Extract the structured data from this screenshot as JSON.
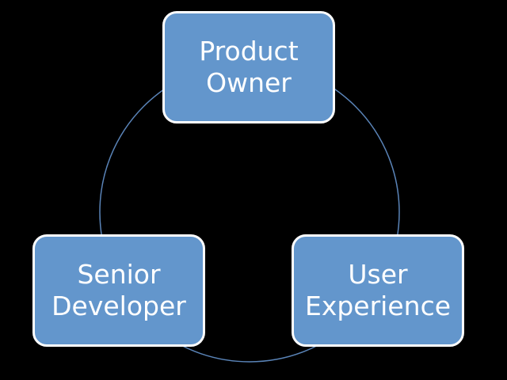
{
  "diagram": {
    "type": "cycle",
    "colors": {
      "background": "#000000",
      "node_fill": "#6396cc",
      "node_border": "#ffffff",
      "ring": "#5a84b8",
      "text": "#ffffff"
    },
    "nodes": [
      {
        "id": "product-owner",
        "lines": [
          "Product",
          "Owner"
        ]
      },
      {
        "id": "senior-developer",
        "lines": [
          "Senior",
          "Developer"
        ]
      },
      {
        "id": "user-experience",
        "lines": [
          "User",
          "Experience"
        ]
      }
    ]
  }
}
